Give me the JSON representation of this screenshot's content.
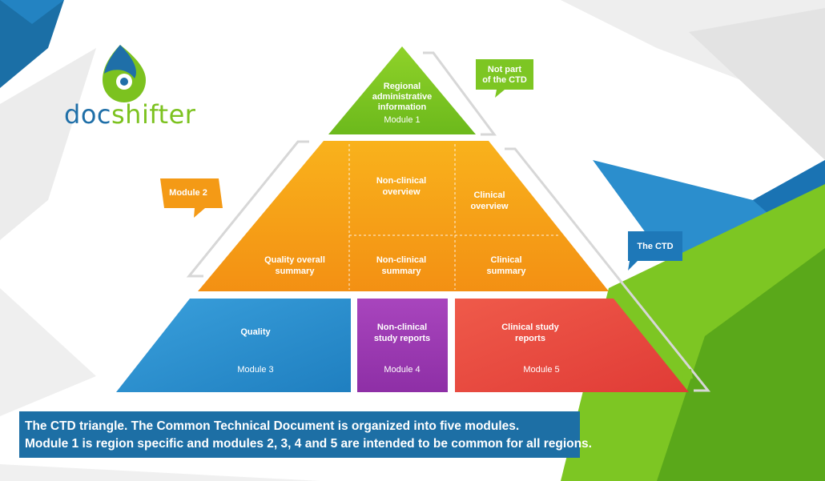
{
  "brand": {
    "logo_text_doc": "doc",
    "logo_text_shifter": "shifter"
  },
  "colors": {
    "green": "#7dc623",
    "orange": "#f7a019",
    "blue": "#2b8ecd",
    "purple": "#9b3ab0",
    "red": "#e8453e",
    "caption_bg": "#1d6fa5"
  },
  "pyramid": {
    "apex": {
      "line1": "Regional",
      "line2": "administrative",
      "line3": "information",
      "module": "Module 1"
    },
    "module2": {
      "quality_overall": {
        "line1": "Quality overall",
        "line2": "summary"
      },
      "nonclinical_overview": {
        "line1": "Non-clinical",
        "line2": "overview"
      },
      "clinical_overview": {
        "line1": "Clinical",
        "line2": "overview"
      },
      "nonclinical_summary": {
        "line1": "Non-clinical",
        "line2": "summary"
      },
      "clinical_summary": {
        "line1": "Clinical",
        "line2": "summary"
      }
    },
    "module3": {
      "title": "Quality",
      "module": "Module 3"
    },
    "module4": {
      "line1": "Non-clinical",
      "line2": "study reports",
      "module": "Module 4"
    },
    "module5": {
      "line1": "Clinical study",
      "line2": "reports",
      "module": "Module 5"
    }
  },
  "callouts": {
    "not_part": {
      "line1": "Not part",
      "line2": "of the CTD"
    },
    "module2": "Module 2",
    "the_ctd": "The CTD"
  },
  "caption": {
    "line1": "The CTD triangle. The Common Technical Document is organized into five modules.",
    "line2": "Module 1 is region specific and modules 2, 3, 4 and 5 are intended to be common for all regions."
  }
}
